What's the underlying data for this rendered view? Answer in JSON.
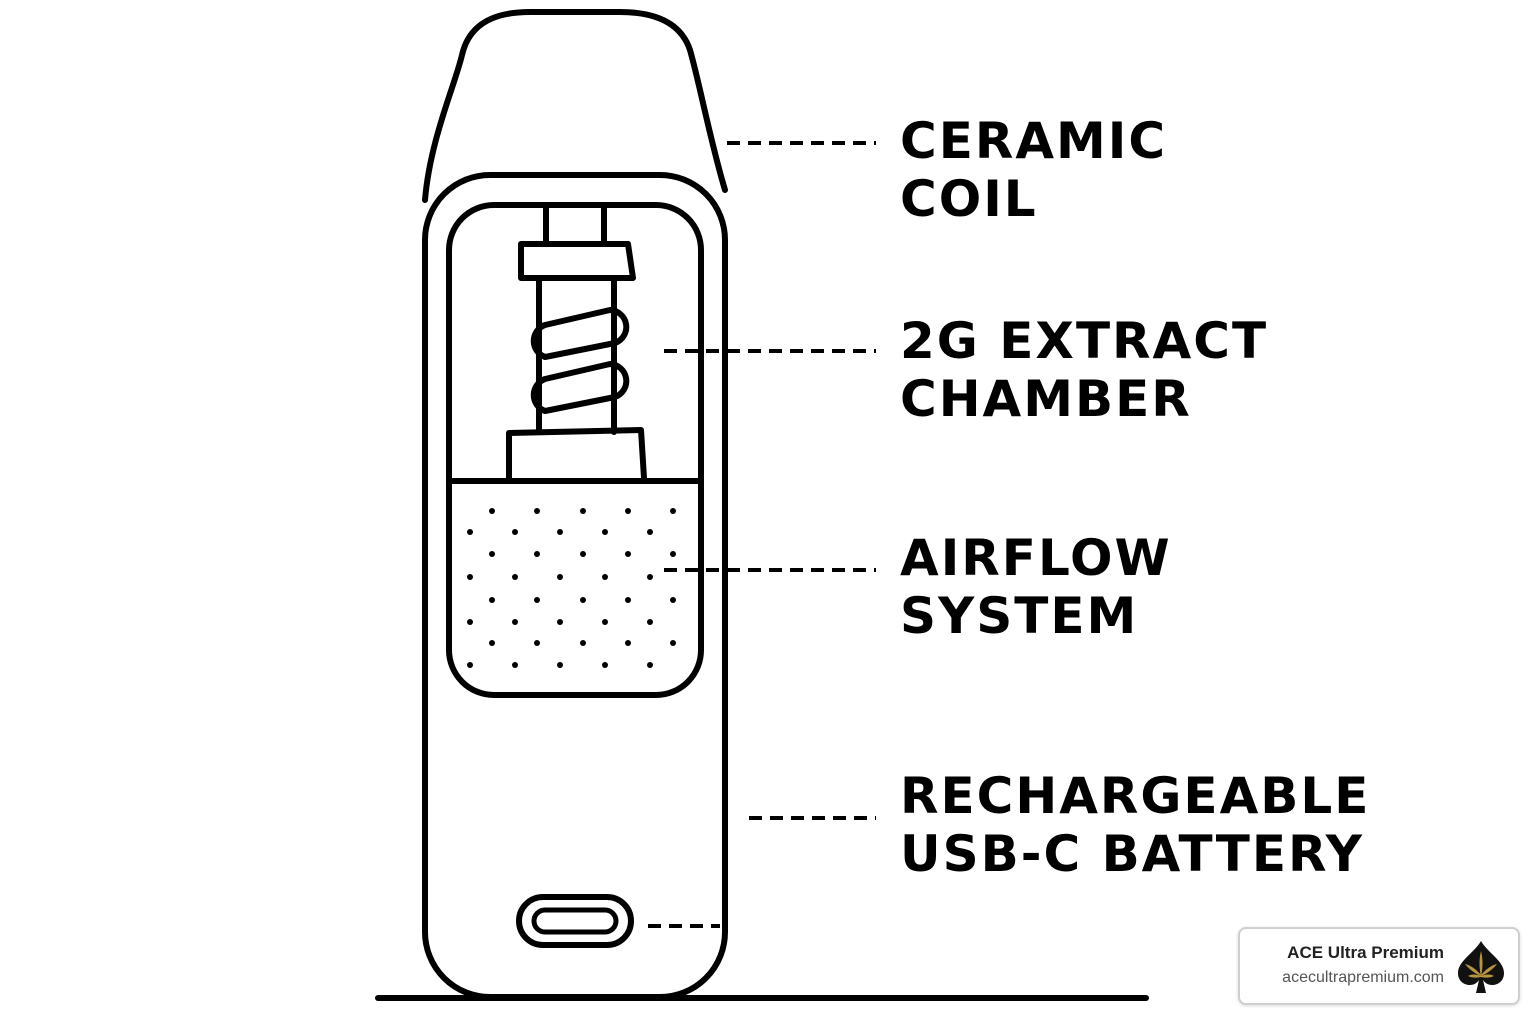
{
  "callouts": [
    {
      "id": "ceramic-coil",
      "lines": [
        "CERAMIC",
        "COIL"
      ]
    },
    {
      "id": "extract-chamber",
      "lines": [
        "2G EXTRACT",
        "CHAMBER"
      ]
    },
    {
      "id": "airflow-system",
      "lines": [
        "AIRFLOW",
        "SYSTEM"
      ]
    },
    {
      "id": "battery",
      "lines": [
        "RECHARGEABLE",
        "USB-C BATTERY"
      ]
    }
  ],
  "badge": {
    "title": "ACE Ultra Premium",
    "url": "acecultrapremium.com",
    "logo_icon": "spade-leaf-icon",
    "logo_color": "#b8953c"
  },
  "colors": {
    "stroke": "#000000",
    "background": "#ffffff"
  }
}
